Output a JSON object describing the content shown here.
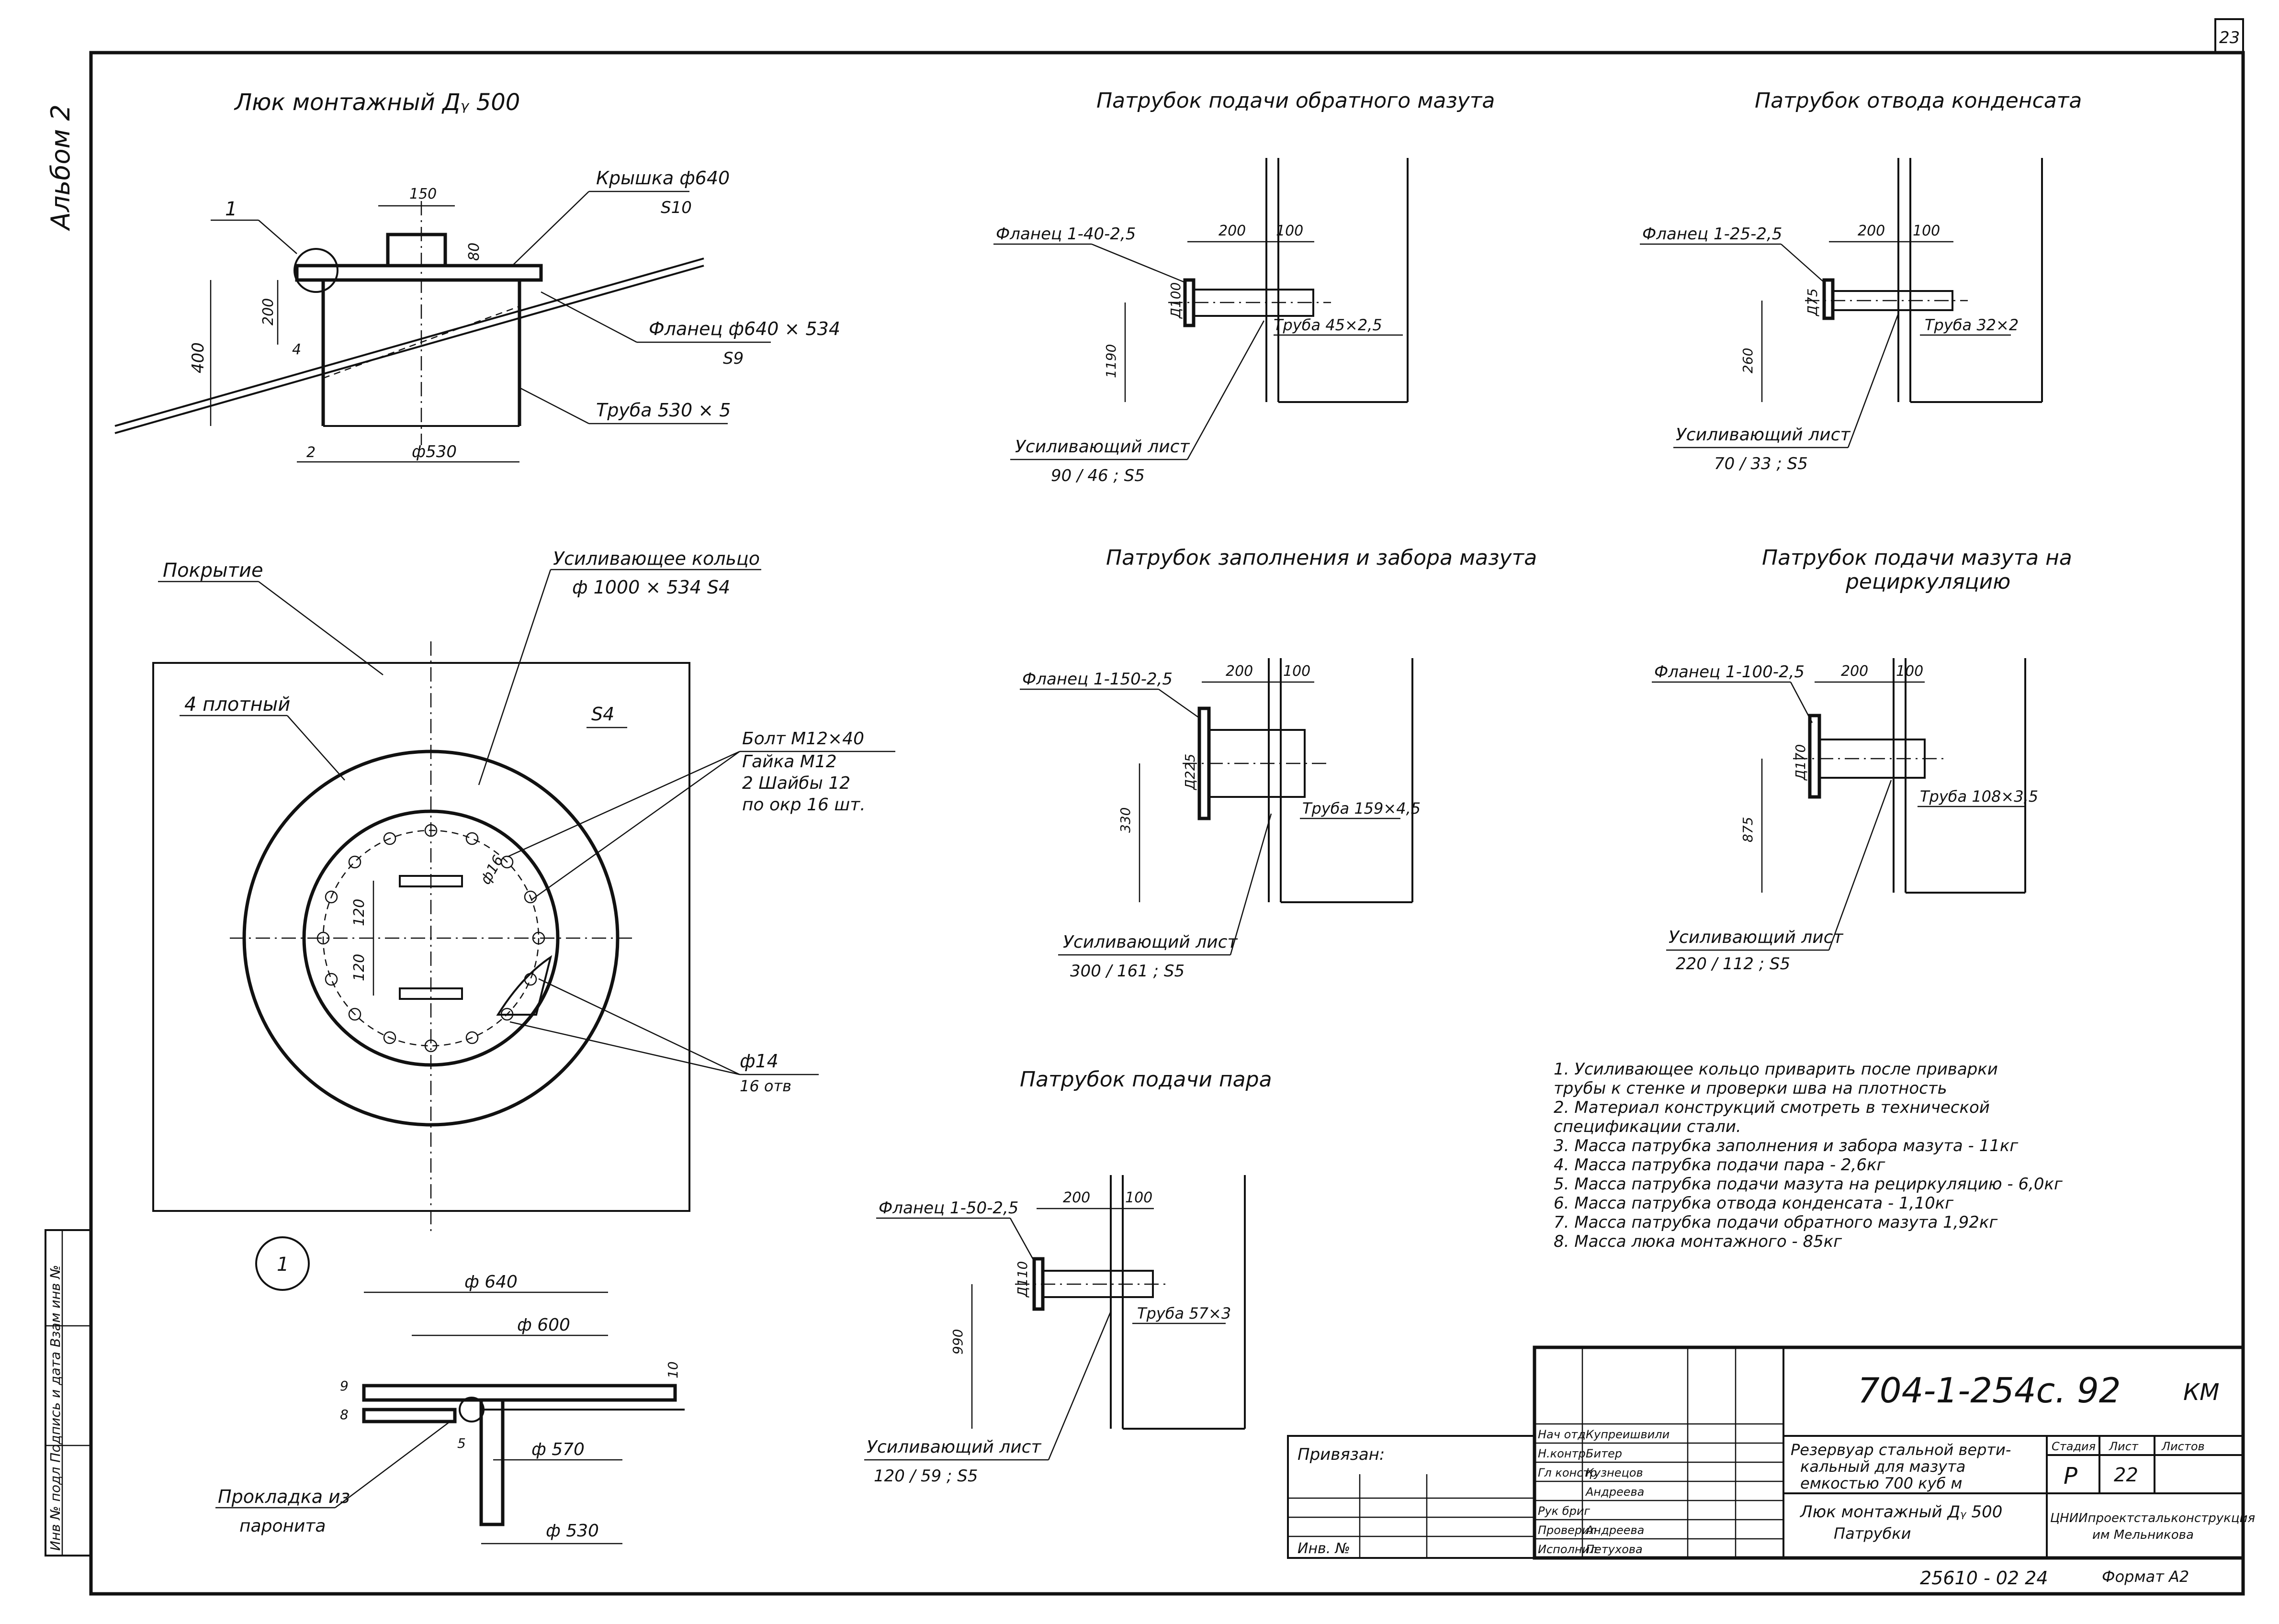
{
  "sheet": {
    "page_number": "23",
    "album": "Альбом 2",
    "side_stamp": "Инв № подл  Подпись и дата  Взам инв №"
  },
  "hatch": {
    "title": "Люк монтажный Дᵧ 500",
    "cover_label": "Крышка ф640",
    "cover_thk": "S10",
    "flange_label": "Фланец ф640 × 534",
    "flange_thk": "S9",
    "pipe_label": "Труба 530 × 5",
    "callout": "1",
    "dims": {
      "d150": "150",
      "d80": "80",
      "d200": "200",
      "d400": "400",
      "d4": "4",
      "d2": "2",
      "d530": "ф530"
    }
  },
  "plan": {
    "roof_label": "Покрытие",
    "seal_label": "4 плотный",
    "ring_label": "Усиливающее кольцо",
    "ring_spec": "ф 1000 × 534   S4",
    "s4": "S4",
    "bolt_lines": [
      "Болт  М12×40",
      "Гайка  М12",
      "2 Шайбы 12",
      "по окр  16 шт."
    ],
    "hole_label": "ф14",
    "hole_count": "16 отв",
    "dims": {
      "d120a": "120",
      "d120b": "120",
      "d16": "ф16"
    }
  },
  "detail1": {
    "callout": "1",
    "gasket_label": "Прокладка из",
    "gasket_mat": "паронита",
    "dims": {
      "d640": "ф 640",
      "d600": "ф 600",
      "d570": "ф 570",
      "d530": "ф 530",
      "d9": "9",
      "d8": "8",
      "d10": "10",
      "d5": "5"
    }
  },
  "nozzles": [
    {
      "title": "Патрубок подачи обратного мазута",
      "flange": "Фланец 1-40-2,5",
      "pipe": "Труба 45×2,5",
      "plate": "Усиливающий лист",
      "plate_spec": "90 / 46 ; S5",
      "d200": "200",
      "d100": "100",
      "dn": "Д100",
      "h": "1190"
    },
    {
      "title": "Патрубок отвода конденсата",
      "flange": "Фланец 1-25-2,5",
      "pipe": "Труба 32×2",
      "plate": "Усиливающий лист",
      "plate_spec": "70 / 33 ;  S5",
      "d200": "200",
      "d100": "100",
      "dn": "Д75",
      "h": "260"
    },
    {
      "title": "Патрубок заполнения и забора мазута",
      "flange": "Фланец 1-150-2,5",
      "pipe": "Труба 159×4,5",
      "plate": "Усиливающий лист",
      "plate_spec": "300 / 161 ;  S5",
      "d200": "200",
      "d100": "100",
      "dn": "Д225",
      "h": "330"
    },
    {
      "title": "Патрубок подачи мазута на",
      "title2": "рециркуляцию",
      "flange": "Фланец 1-100-2,5",
      "pipe": "Труба 108×3,5",
      "plate": "Усиливающий лист",
      "plate_spec": "220 / 112 ; S5",
      "d200": "200",
      "d100": "100",
      "dn": "Д170",
      "h": "875"
    },
    {
      "title": "Патрубок подачи пара",
      "flange": "Фланец 1-50-2,5",
      "pipe": "Труба 57×3",
      "plate": "Усиливающий лист",
      "plate_spec": "120 / 59 ;   S5",
      "d200": "200",
      "d100": "100",
      "dn": "Д110",
      "h": "990"
    }
  ],
  "notes": [
    "1.  Усиливающее кольцо  приварить  после приварки",
    "трубы  к стенке  и  проверки  шва  на плотность",
    "2.  Материал  конструкций  смотреть  в технической",
    "спецификации  стали.",
    "3.  Масса патрубка  заполнения  и забора  мазута - 11кг",
    "4.  Масса  патрубка  подачи пара - 2,6кг",
    "5.  Масса  патрубка  подачи  мазута на рециркуляцию - 6,0кг",
    "6.  Масса  патрубка  отвода  конденсата - 1,10кг",
    "7.  Масса  патрубка  подачи  обратного  мазута  1,92кг",
    "8.  Масса  люка  монтажного                  - 85кг"
  ],
  "title_block": {
    "doc_code": "704-1-254с. 92",
    "mark": "КМ",
    "project": [
      "Резервуар стальной верти-",
      "кальный  для мазута",
      "емкостью  700 куб м"
    ],
    "sheet_title": [
      "Люк монтажный Дᵧ 500",
      "Патрубки"
    ],
    "stage_hdr": "Стадия",
    "sheet_hdr": "Лист",
    "sheets_hdr": "Листов",
    "stage": "Р",
    "sheet": "22",
    "org": [
      "ЦНИИпроектстальконструкция",
      "им  Мельникова"
    ],
    "attach": "Привязан:",
    "inv": "Инв. №",
    "roles": [
      "Нач отд",
      "Н.контр",
      "Гл констр",
      "",
      "Рук бриг",
      "Проверил",
      "Исполнил"
    ],
    "names": [
      "Купреишвили",
      "Битер",
      "Кузнецов",
      "Андреева",
      "",
      "Андреева",
      "Петухова"
    ],
    "bottom_code": "25610 - 02   24",
    "format": "Формат А2"
  }
}
